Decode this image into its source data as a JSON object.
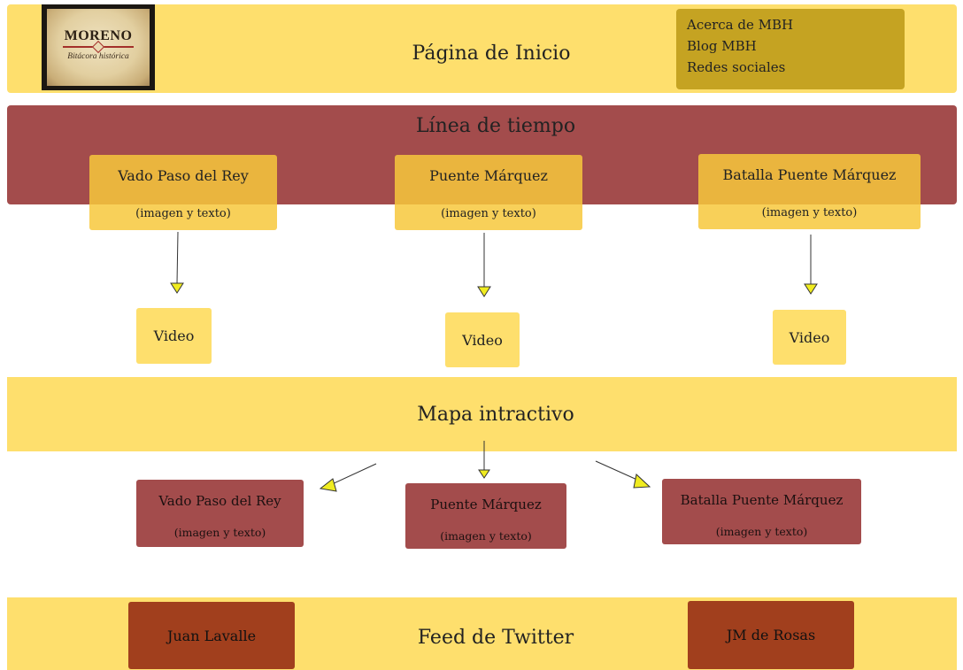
{
  "header": {
    "logo": {
      "title": "MORENO",
      "subtitle": "Bitácora histórica"
    },
    "title": "Página de Inicio",
    "nav": [
      "Acerca de MBH",
      "Blog MBH",
      "Redes sociales"
    ]
  },
  "timeline": {
    "title": "Línea de tiempo",
    "items": [
      {
        "label": "Vado Paso del Rey",
        "detail": "(imagen y texto)",
        "video": "Video"
      },
      {
        "label": "Puente Márquez",
        "detail": "(imagen y texto)",
        "video": "Video"
      },
      {
        "label": "Batalla Puente Márquez",
        "detail": "(imagen y texto)",
        "video": "Video"
      }
    ]
  },
  "map": {
    "title": "Mapa intractivo",
    "items": [
      {
        "label": "Vado Paso del Rey",
        "detail": "(imagen y texto)"
      },
      {
        "label": "Puente Márquez",
        "detail": "(imagen y texto)"
      },
      {
        "label": "Batalla Puente Márquez",
        "detail": "(imagen y texto)"
      }
    ]
  },
  "footer": {
    "title": "Feed de Twitter",
    "accounts": [
      "Juan Lavalle",
      "JM de Rosas"
    ]
  },
  "colors": {
    "yellow_band": "#fedf6d",
    "nav_box": "#c5a322",
    "red_band": "#a34c4c",
    "orange_card": "#f7c83c",
    "twitter_button": "#a13f1d",
    "arrowhead": "#f0ec20"
  }
}
